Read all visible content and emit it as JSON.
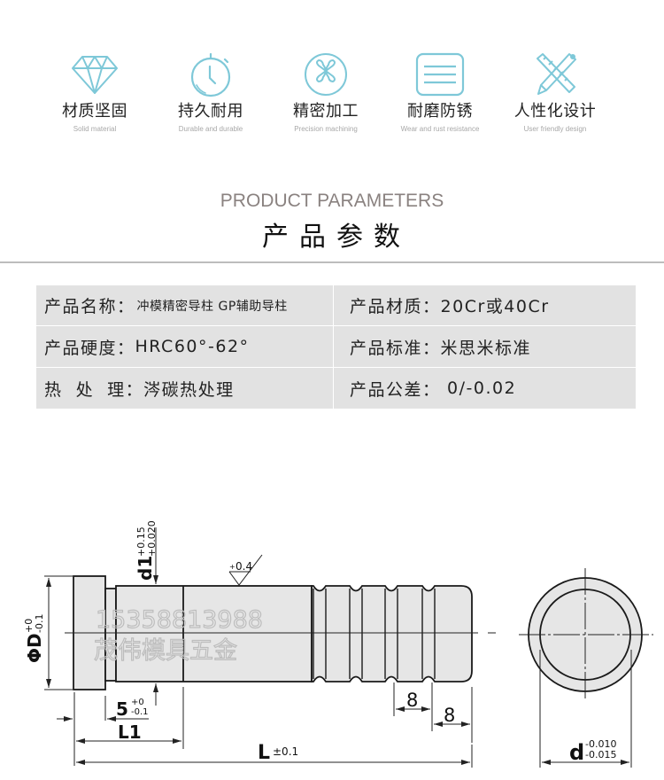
{
  "features": [
    {
      "icon": "diamond-icon",
      "title": "材质坚固",
      "subtitle": "Solid material"
    },
    {
      "icon": "stopwatch-icon",
      "title": "持久耐用",
      "subtitle": "Durable and durable"
    },
    {
      "icon": "precision-gear-icon",
      "title": "精密加工",
      "subtitle": "Precision machining"
    },
    {
      "icon": "layers-icon",
      "title": "耐磨防锈",
      "subtitle": "Wear and rust resistance"
    },
    {
      "icon": "ruler-pencil-icon",
      "title": "人性化设计",
      "subtitle": "User friendly design"
    }
  ],
  "section": {
    "title_en": "PRODUCT PARAMETERS",
    "title_cn": "产品参数"
  },
  "params": [
    {
      "label": "产品名称：",
      "value": "冲模精密导柱 GP辅助导柱"
    },
    {
      "label": "产品材质：",
      "value": "20Cr或40Cr"
    },
    {
      "label": "产品硬度：",
      "value": "HRC60°-62°"
    },
    {
      "label": "产品标准：",
      "value": "米思米标准"
    },
    {
      "label": "热  处  理：",
      "value": "涔碳热处理"
    },
    {
      "label": "产品公差：",
      "value": " 0/-0.02"
    }
  ],
  "drawing": {
    "watermark_phone": "15358813988",
    "watermark_name": "茂伟模具五金",
    "dim_D": "ΦD",
    "dim_D_tol_upper": "+0",
    "dim_D_tol_lower": "-0.1",
    "dim_d1": "d1",
    "dim_d1_tol_upper": "+0.15",
    "dim_d1_tol_lower": "+0.020",
    "surface_finish": "0.4",
    "dim_5": "5",
    "dim_5_tol_upper": "+0",
    "dim_5_tol_lower": "-0.1",
    "dim_L1": "L1",
    "dim_L": "L",
    "dim_L_tol": "±0.1",
    "dim_groove_pitch_1": "8",
    "dim_groove_pitch_2": "8",
    "dim_d": "d",
    "dim_d_tol_upper": "-0.010",
    "dim_d_tol_lower": "-0.015"
  },
  "colors": {
    "icon_accent": "#7ec8d8",
    "table_bg": "#e2e2e2",
    "part_fill": "#e6e6e6",
    "subtitle_gray": "#a8a8a8",
    "header_en": "#8a8280"
  }
}
